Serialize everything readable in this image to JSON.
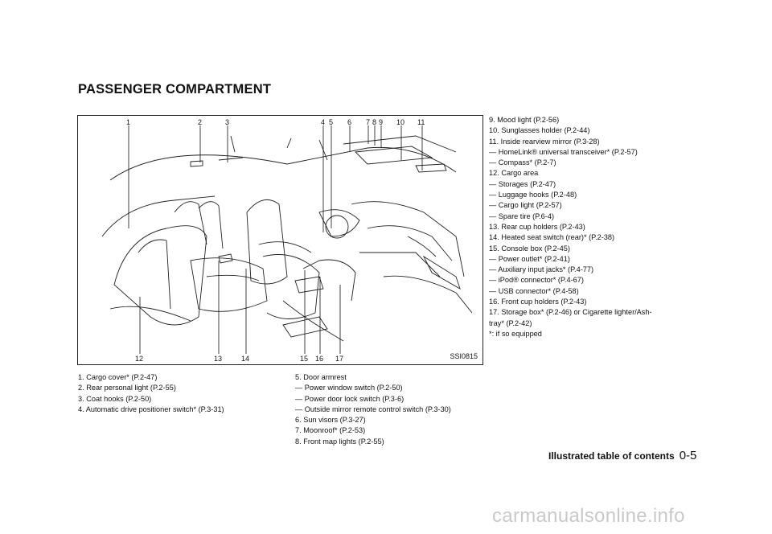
{
  "section_title": "PASSENGER COMPARTMENT",
  "figure": {
    "code": "SSI0815",
    "top_callouts": [
      "1",
      "2",
      "3",
      "4",
      "5",
      "6",
      "7",
      "8",
      "9",
      "10",
      "11"
    ],
    "bottom_callouts": [
      "12",
      "13",
      "14",
      "15",
      "16",
      "17"
    ]
  },
  "column1": [
    "1. Cargo cover* (P.2-47)",
    "2. Rear personal light (P.2-55)",
    "3. Coat hooks (P.2-50)",
    "4. Automatic drive positioner switch* (P.3-31)"
  ],
  "column2": [
    "5. Door armrest",
    "— Power window switch (P.2-50)",
    "— Power door lock switch (P.3-6)",
    "— Outside mirror remote control switch (P.3-30)",
    "6. Sun visors (P.3-27)",
    "7. Moonroof* (P.2-53)",
    "8. Front map lights (P.2-55)"
  ],
  "column3": [
    "9. Mood light (P.2-56)",
    "10. Sunglasses holder (P.2-44)",
    "11. Inside rearview mirror (P.3-28)",
    "— HomeLink® universal transceiver* (P.2-57)",
    "— Compass* (P.2-7)",
    "12. Cargo area",
    "— Storages (P.2-47)",
    "— Luggage hooks (P.2-48)",
    "— Cargo light (P.2-57)",
    "— Spare tire (P.6-4)",
    "13. Rear cup holders (P.2-43)",
    "14. Heated seat switch (rear)* (P.2-38)",
    "15. Console box (P.2-45)",
    "— Power outlet* (P.2-41)",
    "— Auxiliary input jacks* (P.4-77)",
    "— iPod® connector* (P.4-67)",
    "— USB connector* (P.4-58)",
    "16. Front cup holders (P.2-43)",
    "17. Storage box* (P.2-46) or Cigarette lighter/Ash-",
    "tray* (P.2-42)",
    "*: if so equipped"
  ],
  "footer": {
    "label": "Illustrated table of contents",
    "page": "0-5"
  },
  "watermark": "carmanualsonline.info"
}
